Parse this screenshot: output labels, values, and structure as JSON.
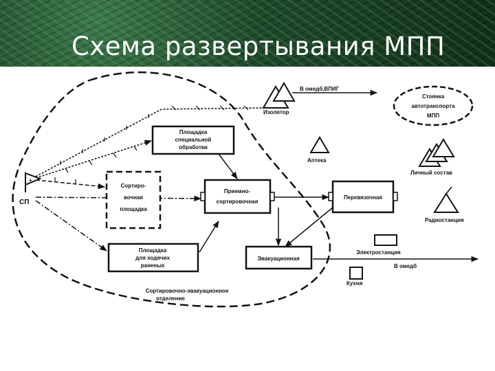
{
  "title": "Схема развертывания МПП",
  "diagram": {
    "special_area": [
      "Площадка",
      "специальной",
      "обработки"
    ],
    "sorting_area": [
      "Сортиро-",
      "вочная",
      "площадка"
    ],
    "reception": [
      "Приемно-",
      "сортировочная"
    ],
    "dressing": "Перевязочная",
    "evacuation": "Эвакуационная",
    "walking_wounded": [
      "Площадка",
      "для ходячих",
      "раненых"
    ],
    "isolator": "Изолятор",
    "to_omedb_vpig": "В омедб,ВПИГ",
    "to_omedb": "В омедб",
    "parking": [
      "Стоянка",
      "автотранспорта",
      "МПП"
    ],
    "pharmacy": "Аптека",
    "personnel": "Личный состав",
    "radio": "Радиостанция",
    "power": "Электростанция",
    "kitchen": "Кухня",
    "sp": "СП",
    "department": [
      "Сортировочно-эвакуационное",
      "отделение"
    ]
  }
}
